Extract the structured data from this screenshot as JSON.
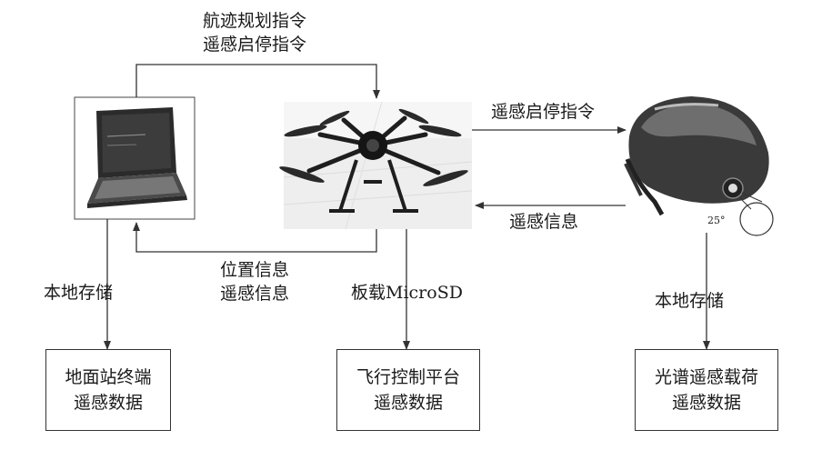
{
  "labels": {
    "top_line1": "航迹规划指令",
    "top_line2": "遥感启停指令",
    "to_payload": "遥感启停指令",
    "from_payload": "遥感信息",
    "bottom_line1": "位置信息",
    "bottom_line2": "遥感信息",
    "local_store_left": "本地存储",
    "onboard_sd": "板载MicroSD",
    "local_store_right": "本地存储",
    "angle": "25°"
  },
  "boxes": {
    "ground": [
      "地面站终端",
      "遥感数据"
    ],
    "flight": [
      "飞行控制平台",
      "遥感数据"
    ],
    "payload": [
      "光谱遥感载荷",
      "遥感数据"
    ]
  },
  "colors": {
    "line": "#333333",
    "text": "#1a1a1a"
  }
}
